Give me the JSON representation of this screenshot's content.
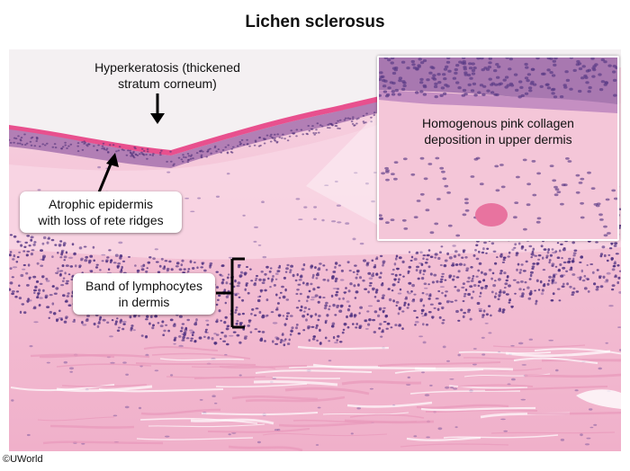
{
  "title": "Lichen sclerosus",
  "labels": {
    "hyperkeratosis": "Hyperkeratosis (thickened stratum corneum)",
    "hyperkeratosis_line1": "Hyperkeratosis (thickened",
    "hyperkeratosis_line2": "stratum corneum)",
    "atrophic_line1": "Atrophic epidermis",
    "atrophic_line2": "with loss of rete ridges",
    "lymphocytes_line1": "Band of lymphocytes",
    "lymphocytes_line2": "in dermis",
    "inset_line1": "Homogenous pink collagen",
    "inset_line2": "deposition in upper dermis"
  },
  "copyright": "©UWorld",
  "colors": {
    "dermis_pink": "#f2b8cf",
    "collagen_pink": "#f6cadb",
    "stratum_corneum": "#e8508e",
    "epidermis_purple": "#a46aa8",
    "lymphocyte_purple": "#5a3a86",
    "background": "#ffffff"
  }
}
